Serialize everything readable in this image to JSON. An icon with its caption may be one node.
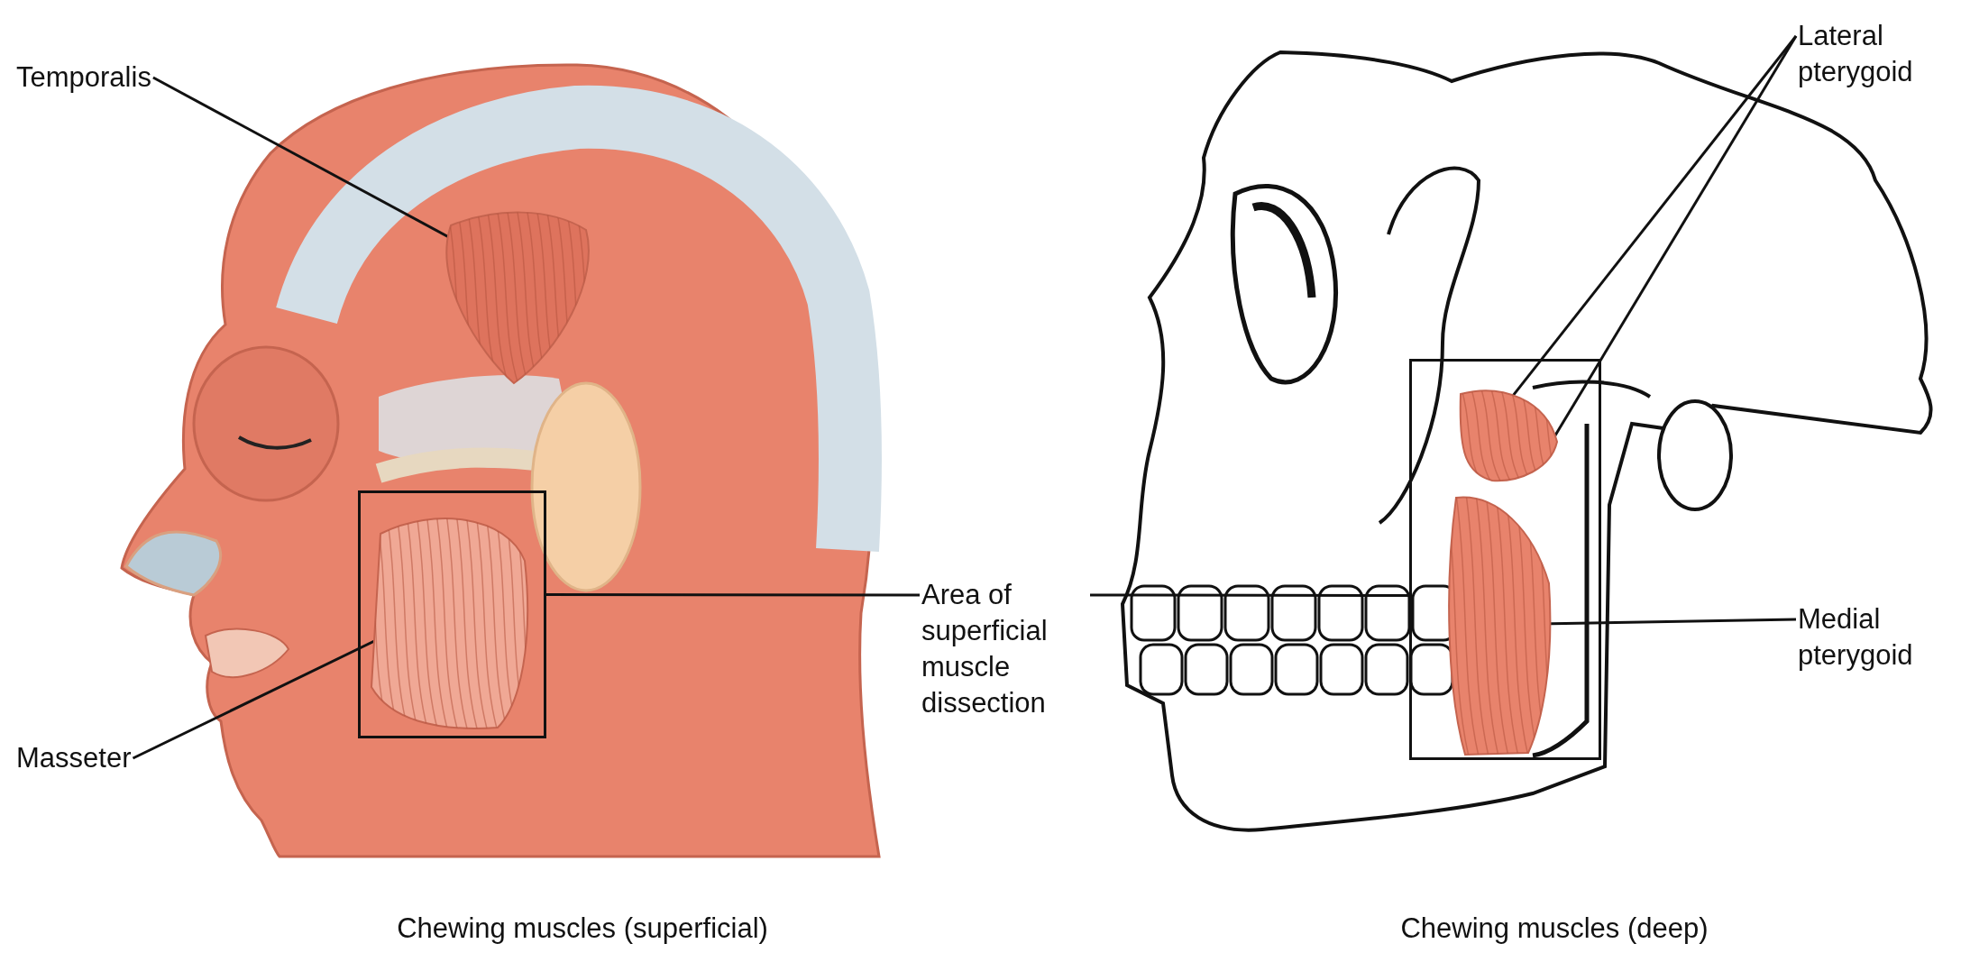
{
  "diagram": {
    "nodes": [
      {
        "text": [
          "Temporalis"
        ]
      },
      {
        "text": [],
        "shape": "picture"
      },
      {
        "text": [
          "Masseter"
        ]
      },
      {
        "text": [],
        "shape": "box"
      },
      {
        "text": [],
        "shape": "picture",
        "in": 3
      },
      {
        "text": [
          "Area of superficial muscle dissection"
        ]
      },
      {
        "text": [],
        "shape": "box"
      },
      {
        "text": [],
        "shape": "picture",
        "in": 6
      },
      {
        "text": [],
        "shape": "picture",
        "in": 6
      },
      {
        "text": [
          "Lateral pterygoid"
        ]
      },
      {
        "text": [
          "Medial pterygoid"
        ]
      }
    ],
    "edges": [
      {
        "from": 0,
        "to": 1,
        "arrow": "none"
      },
      {
        "from": 2,
        "to": 4,
        "arrow": "none"
      },
      {
        "from": 5,
        "to": 3,
        "arrow": "none"
      },
      {
        "from": 5,
        "to": 6,
        "arrow": "none"
      },
      {
        "from": 9,
        "to": 7,
        "arrow": "none"
      },
      {
        "from": 9,
        "to": 7,
        "arrow": "none"
      },
      {
        "from": 10,
        "to": 8,
        "arrow": "none"
      }
    ],
    "labels": [
      "Chewing muscles (superficial)",
      "Chewing muscles (deep)"
    ]
  }
}
